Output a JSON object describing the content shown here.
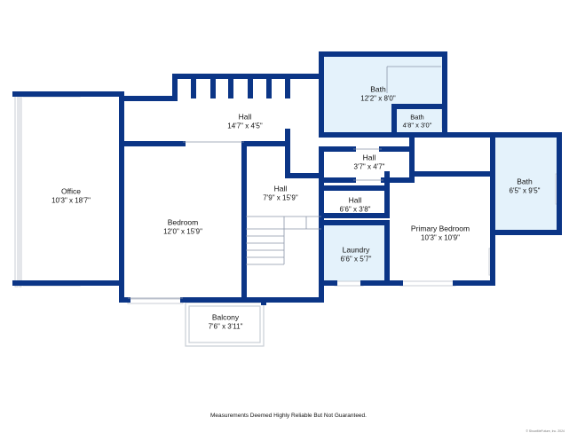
{
  "colors": {
    "wall": "#0b3586",
    "wet_room_fill": "#e4f2fb",
    "window": "#c9ced6",
    "background": "#ffffff"
  },
  "rooms": {
    "bath_upper": {
      "name": "Bath",
      "dims": "12'2\" x 8'0\""
    },
    "bath_small": {
      "name": "Bath",
      "dims": "4'8\" x 3'0\""
    },
    "hall_top": {
      "name": "Hall",
      "dims": "14'7\" x 4'5\""
    },
    "hall_closet": {
      "name": "Hall",
      "dims": "3'7\" x 4'7\""
    },
    "bath_right": {
      "name": "Bath",
      "dims": "6'5\" x 9'5\""
    },
    "office": {
      "name": "Office",
      "dims": "10'3\" x 18'7\""
    },
    "hall_stair": {
      "name": "Hall",
      "dims": "7'9\" x 15'9\""
    },
    "hall_mid": {
      "name": "Hall",
      "dims": "6'6\" x 3'8\""
    },
    "bedroom": {
      "name": "Bedroom",
      "dims": "12'0\" x 15'9\""
    },
    "primary_bedroom": {
      "name": "Primary Bedroom",
      "dims": "10'3\" x 10'9\""
    },
    "laundry": {
      "name": "Laundry",
      "dims": "6'6\" x 5'7\""
    },
    "balcony": {
      "name": "Balcony",
      "dims": "7'6\" x 3'11\""
    }
  },
  "footer": {
    "disclaimer": "Measurements Deemed Highly Reliable But Not Guaranteed.",
    "copyright": "© ShowMeFuture, Inc. 2024"
  }
}
